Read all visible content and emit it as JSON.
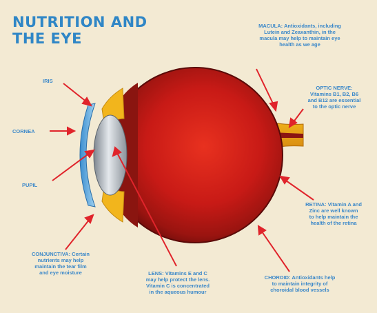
{
  "title": {
    "line1": "NUTRITION AND",
    "line2": "THE EYE"
  },
  "labels": {
    "macula": [
      "MACULA: Antioxidants, including",
      "Lutein and Zeaxanthin, in the",
      "macula may help to maintain eye",
      "health as we age"
    ],
    "optic_nerve": [
      "OPTIC NERVE:",
      "Vitamins B1, B2, B6",
      "and B12 are essential",
      "to the optic nerve"
    ],
    "iris": "IRIS",
    "cornea": "CORNEA",
    "pupil": "PUPIL",
    "retina": [
      "RETINA: Vitamin A and",
      "Zinc are well known",
      "to help maintain the",
      "health of the retina"
    ],
    "conjunctiva": [
      "CONJUNCTIVA: Certain",
      "nutrients may help",
      "maintain the tear film",
      "and eye moisture"
    ],
    "lens": [
      "LENS: Vitamins E and C",
      "may help protect the lens.",
      "Vitamin C is concentrated",
      "in the aqueous humour"
    ],
    "choroid": [
      "CHOROID: Antioxidants help",
      "to maintain integrity of",
      "choroidal blood vessels"
    ]
  },
  "colors": {
    "title": "#2f86c6",
    "label": "#3b88c9",
    "arrow": "#e0242b",
    "eye_red": "#d01f1b",
    "eye_dark": "#7a0f0d",
    "lens": "#c7cfd8",
    "cornea": "#5aa7dd",
    "iris_yellow": "#f2b51c",
    "background": "#f3ead3"
  }
}
